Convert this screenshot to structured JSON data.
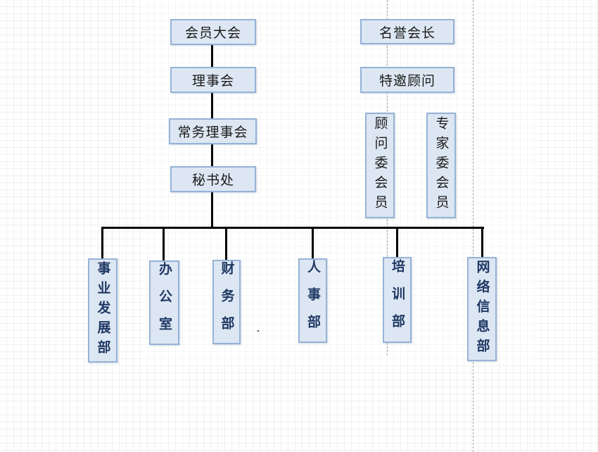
{
  "diagram": {
    "type": "org-chart",
    "main_chain": [
      {
        "label": "会员大会"
      },
      {
        "label": "理事会"
      },
      {
        "label": "常务理事会"
      },
      {
        "label": "秘书处"
      }
    ],
    "advisors": [
      {
        "label": "名誉会长"
      },
      {
        "label": "特邀顾问"
      }
    ],
    "committees": [
      {
        "label": "顾问委会员"
      },
      {
        "label": "专家委会员"
      }
    ],
    "departments": [
      {
        "label": "事业发展部"
      },
      {
        "label": "办公室"
      },
      {
        "label": "财务部"
      },
      {
        "label": "人事部"
      },
      {
        "label": "培训部"
      },
      {
        "label": "网络信息部"
      }
    ],
    "colors": {
      "box_fill": "#dde7f3",
      "box_border": "#95b3d7",
      "connector": "#000000",
      "department_text": "#1f3864",
      "node_text": "#1a1a1a",
      "grid_minor": "#f0f0f0",
      "grid_major": "#dadada",
      "page_break_dash": "#a3a3a3"
    }
  }
}
